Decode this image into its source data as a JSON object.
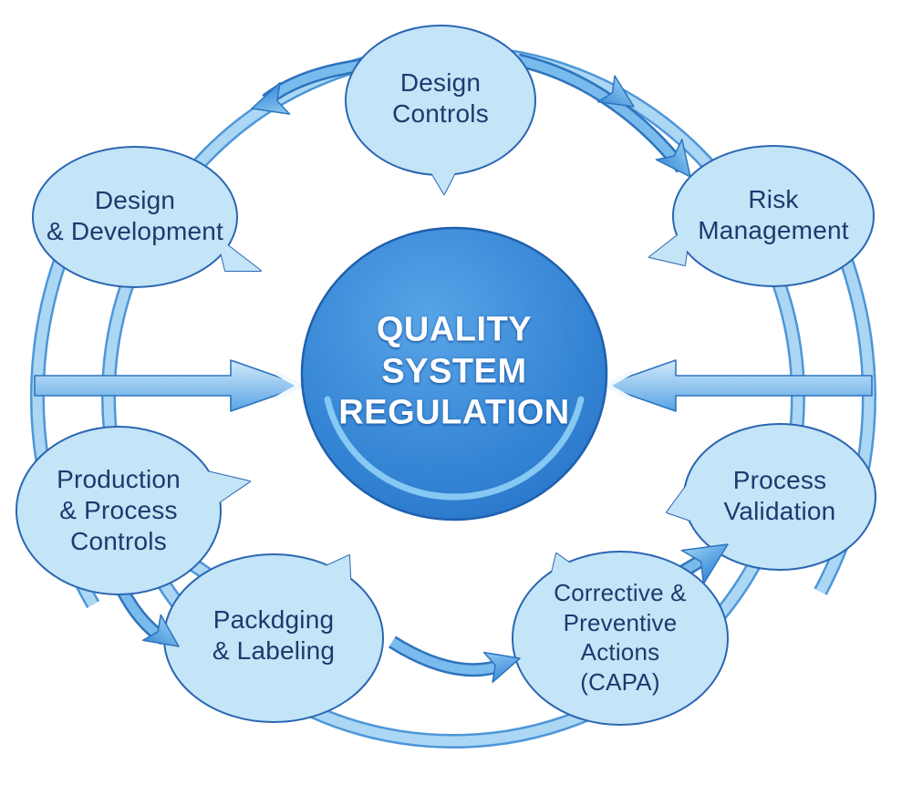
{
  "diagram": {
    "title": "Quality System Regulation cycle diagram",
    "center": {
      "line1": "QUALITY",
      "line2": "SYSTEM",
      "line3": "REGULATION"
    },
    "nodes": {
      "design_controls": {
        "line1": "Design",
        "line2": "Controls"
      },
      "risk_management": {
        "line1": "Risk",
        "line2": "Management"
      },
      "design_development": {
        "line1": "Design",
        "line2": "& Development"
      },
      "production_process_controls": {
        "line1": "Production",
        "line2": "& Process",
        "line3": "Controls"
      },
      "packaging_labeling": {
        "line1": "Packdging",
        "line2": "& Labeling"
      },
      "capa": {
        "line1": "Corrective &",
        "line2": "Preventive",
        "line3": "Actions",
        "line4": "(CAPA)"
      },
      "process_validation": {
        "line1": "Process",
        "line2": "Validation"
      }
    },
    "colors": {
      "bubble_fill": "#c4e4f7",
      "bubble_border": "#2a66b2",
      "bubble_text": "#1c3a6e",
      "center_fill": "#2a79cd",
      "center_text": "#ffffff",
      "ring_light": "#abd7f4",
      "ring_edge": "#4d96d9",
      "arrow_fill": "#79bbed",
      "arrow_head": "#4f9de2",
      "arrow_edge": "#2d74bd"
    }
  }
}
